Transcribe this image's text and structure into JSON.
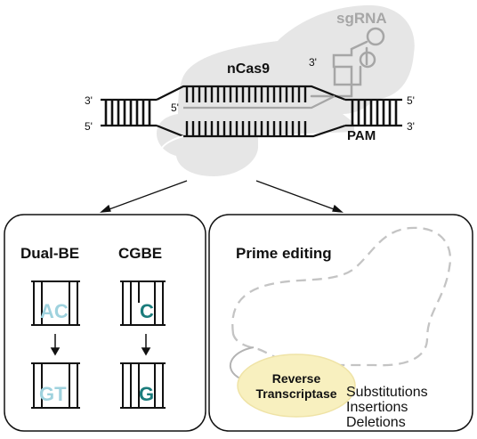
{
  "top": {
    "sgrna_label": "sgRNA",
    "sgrna_three_prime": "3'",
    "ncas9_label": "nCas9",
    "strand_left_top": "3'",
    "strand_left_bottom": "5'",
    "strand_right_top": "5'",
    "strand_right_bottom": "3'",
    "inner_five_prime": "5'",
    "pam_label": "PAM"
  },
  "left_panel": {
    "dual_be_title": "Dual-BE",
    "cgbe_title": "CGBE",
    "dual_be_before": "AC",
    "dual_be_after": "GT",
    "cgbe_before": "C",
    "cgbe_after": "G"
  },
  "right_panel": {
    "title": "Prime editing",
    "enzyme_line1": "Reverse",
    "enzyme_line2": "Transcriptase",
    "outcomes": [
      "Substitutions",
      "Insertions",
      "Deletions"
    ]
  },
  "colors": {
    "protein_fill": "#e6e6e6",
    "sgrna_gray": "#a6a6a6",
    "dual_be_text": "#9fd2de",
    "cgbe_text": "#1b7c7c",
    "rt_fill": "#f8f0bf",
    "rt_stroke": "#efe3a6"
  }
}
